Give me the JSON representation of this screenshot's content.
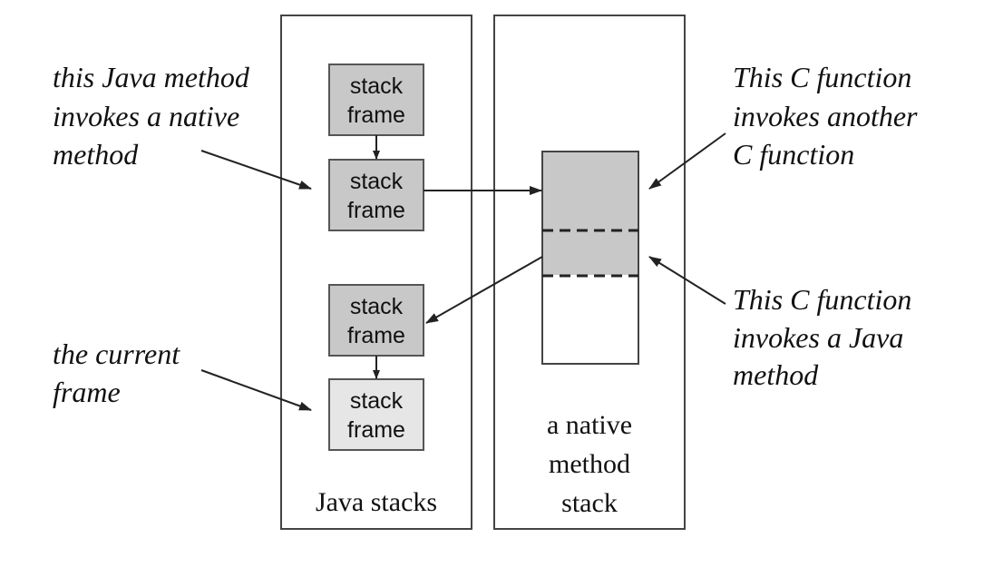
{
  "colors": {
    "frame_dark": "#c8c8c8",
    "frame_current": "#e6e6e6",
    "native_used": "#c8c8c8",
    "native_free": "#ffffff"
  },
  "panels": {
    "java_stacks_label": "Java stacks",
    "native_stack_label": [
      "a native",
      "method",
      "stack"
    ]
  },
  "frames": [
    {
      "line1": "stack",
      "line2": "frame",
      "shade": "dark"
    },
    {
      "line1": "stack",
      "line2": "frame",
      "shade": "dark"
    },
    {
      "line1": "stack",
      "line2": "frame",
      "shade": "dark"
    },
    {
      "line1": "stack",
      "line2": "frame",
      "shade": "current"
    }
  ],
  "annotations": {
    "java_invokes_native": [
      "this Java method",
      "invokes a native",
      "method"
    ],
    "current_frame": [
      "the current",
      "frame"
    ],
    "c_invokes_c": [
      "This C function",
      "invokes another",
      "C function"
    ],
    "c_invokes_java": [
      "This C function",
      "invokes a Java",
      "method"
    ]
  }
}
